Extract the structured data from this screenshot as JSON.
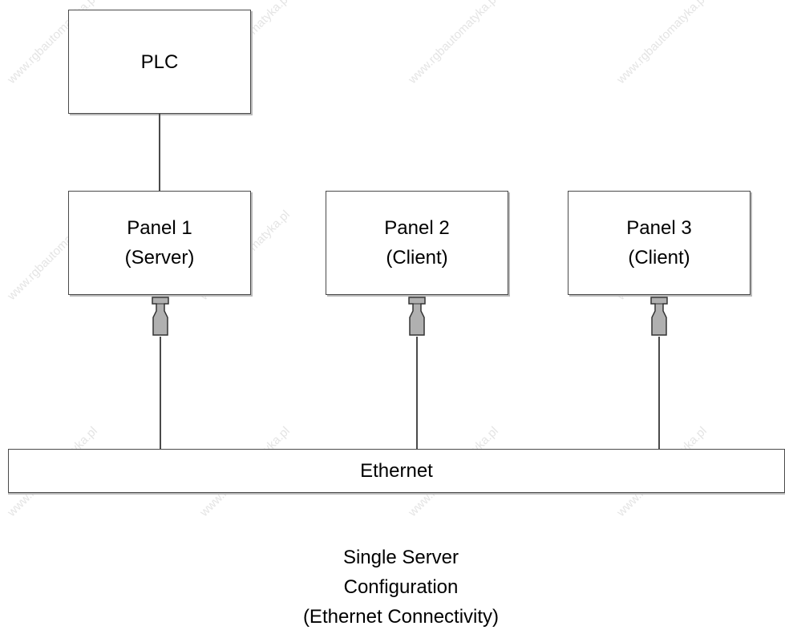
{
  "diagram": {
    "plc": {
      "label": "PLC"
    },
    "panels": [
      {
        "name": "Panel 1",
        "role": "(Server)"
      },
      {
        "name": "Panel 2",
        "role": "(Client)"
      },
      {
        "name": "Panel 3",
        "role": "(Client)"
      }
    ],
    "network": {
      "label": "Ethernet"
    },
    "caption": [
      "Single Server",
      "Configuration",
      "(Ethernet Connectivity)"
    ]
  },
  "watermark": "www.rgbautomatyka.pl",
  "colors": {
    "line": "#4a4a4a",
    "connector": "#b0b0b0",
    "shadow": "#b9b9b9"
  }
}
